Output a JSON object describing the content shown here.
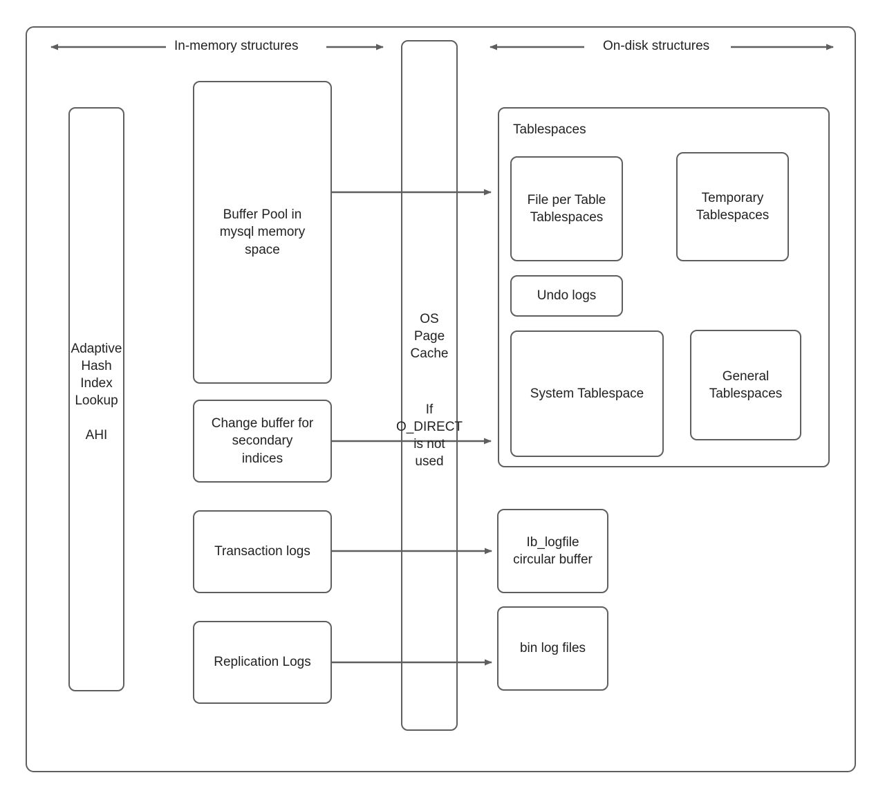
{
  "diagram": {
    "title": "MySQL InnoDB memory and disk structures",
    "stroke_color": "#5e5e5e",
    "text_color": "#222222",
    "background": "#ffffff"
  },
  "headers": {
    "left": "In-memory structures",
    "right": "On-disk structures"
  },
  "nodes": {
    "outer_frame": "",
    "ahi": "Adaptive\nHash\nIndex\nLookup\n\nAHI",
    "buffer_pool": "Buffer Pool in\nmysql memory\nspace",
    "change_buffer": "Change buffer for\nsecondary\nindices",
    "transaction_logs": "Transaction logs",
    "replication_logs": "Replication Logs",
    "os_page_cache_top": "OS\nPage\nCache",
    "os_page_cache_bottom": "If\nO_DIRECT\nis not\nused",
    "tablespaces_group": "Tablespaces",
    "file_per_table": "File per Table\nTablespaces",
    "temporary_tablespaces": "Temporary\nTablespaces",
    "undo_logs": "Undo logs",
    "system_tablespace": "System Tablespace",
    "general_tablespaces": "General\nTablespaces",
    "ib_logfile": "Ib_logfile\ncircular buffer",
    "bin_log_files": "bin log files"
  },
  "connections": [
    {
      "from": "buffer_pool",
      "to": "file_per_table",
      "label": ""
    },
    {
      "from": "change_buffer",
      "to": "system_tablespace",
      "label": ""
    },
    {
      "from": "transaction_logs",
      "to": "ib_logfile",
      "label": ""
    },
    {
      "from": "replication_logs",
      "to": "bin_log_files",
      "label": ""
    }
  ]
}
